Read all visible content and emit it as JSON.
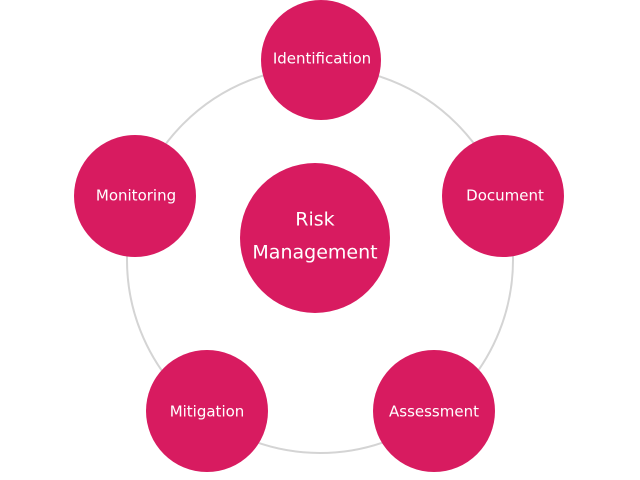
{
  "colors": {
    "node": "#d81b60",
    "ring": "#d4d4d4",
    "text": "#ffffff",
    "background": "#ffffff"
  },
  "center": {
    "line1": "Risk",
    "line2": "Management"
  },
  "nodes": [
    {
      "label": "Identification"
    },
    {
      "label": "Document"
    },
    {
      "label": "Assessment"
    },
    {
      "label": "Mitigation"
    },
    {
      "label": "Monitoring"
    }
  ]
}
